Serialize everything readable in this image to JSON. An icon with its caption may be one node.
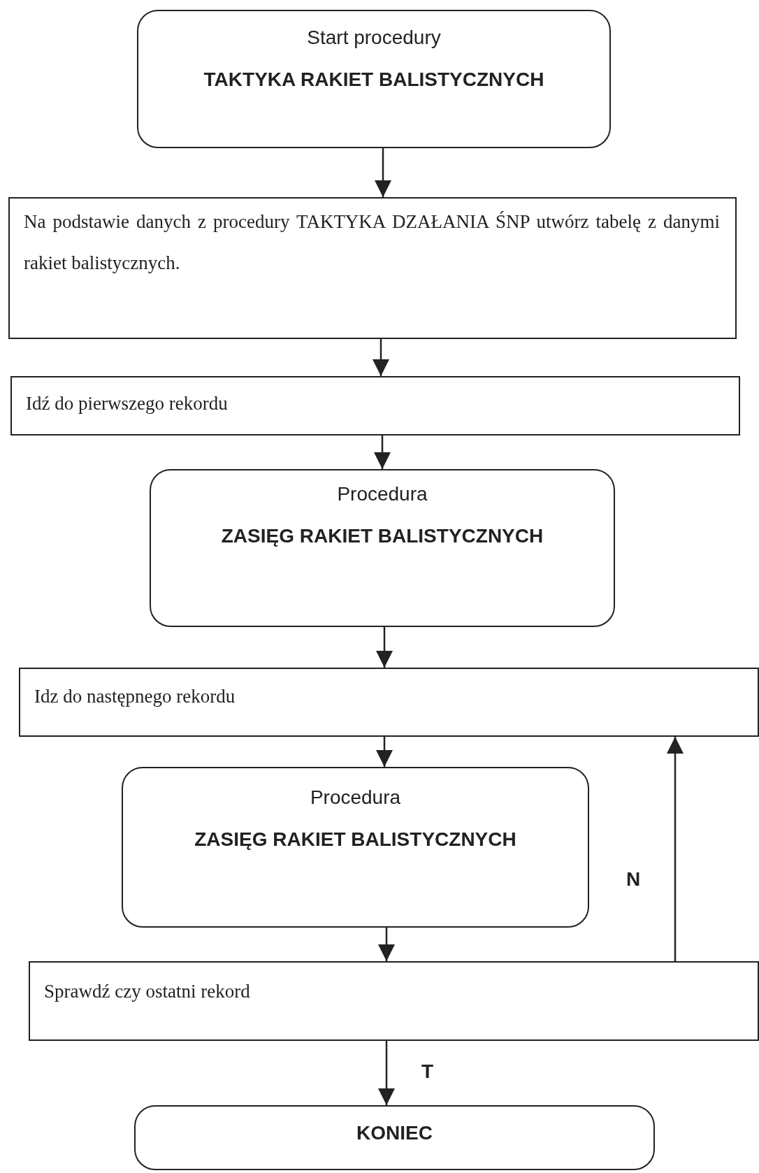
{
  "diagram": {
    "nodes": [
      {
        "text": [
          "Start procedury",
          "TAKTYKA RAKIET BALISTYCZNYCH"
        ]
      },
      {
        "text": [
          "Na podstawie danych z procedury TAKTYKA DZAŁANIA ŚNP utwórz tabelę z danymi rakiet balistycznych."
        ]
      },
      {
        "text": [
          "Idź do pierwszego rekordu"
        ]
      },
      {
        "text": [
          "Procedura",
          "ZASIĘG RAKIET BALISTYCZNYCH"
        ]
      },
      {
        "text": [
          "Idz do następnego rekordu"
        ]
      },
      {
        "text": [
          "Procedura",
          "ZASIĘG RAKIET BALISTYCZNYCH"
        ]
      },
      {
        "text": [
          "Sprawdź czy ostatni rekord"
        ]
      },
      {
        "text": [
          "KONIEC"
        ]
      }
    ],
    "edges": [
      {
        "from": 0,
        "to": 1,
        "arrow": "to"
      },
      {
        "from": 1,
        "to": 2,
        "arrow": "to"
      },
      {
        "from": 2,
        "to": 3,
        "arrow": "to"
      },
      {
        "from": 3,
        "to": 4,
        "arrow": "to"
      },
      {
        "from": 4,
        "to": 5,
        "arrow": "to"
      },
      {
        "from": 5,
        "to": 6,
        "arrow": "to"
      },
      {
        "from": 6,
        "to": 7,
        "arrow": "to",
        "label": "T"
      },
      {
        "from": 6,
        "to": 4,
        "arrow": "to",
        "label": "N"
      }
    ]
  }
}
